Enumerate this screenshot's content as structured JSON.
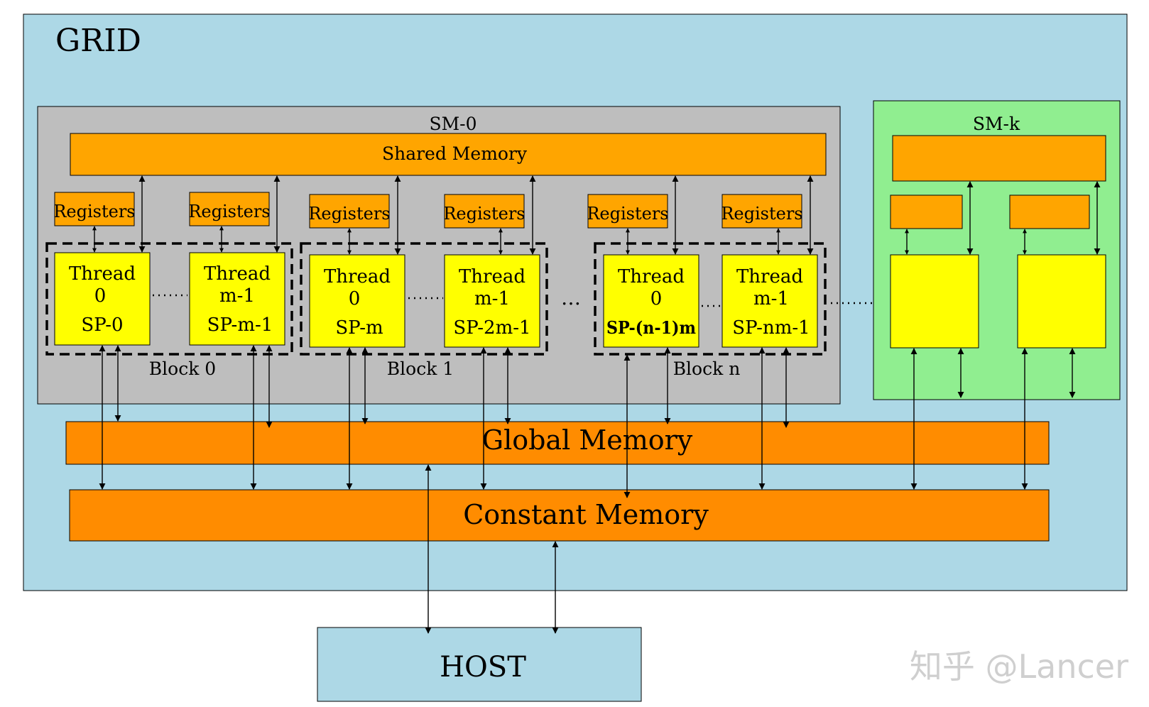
{
  "grid_label": "GRID",
  "sm0_label": "SM-0",
  "smk_label": "SM-k",
  "shared_memory_label": "Shared Memory",
  "registers_label": "Registers",
  "global_memory_label": "Global Memory",
  "constant_memory_label": "Constant Memory",
  "host_label": "HOST",
  "ellipsis": "……",
  "ellipsis_dots": "…",
  "blocks": [
    {
      "label": "Block 0"
    },
    {
      "label": "Block 1"
    },
    {
      "label": "Block n"
    }
  ],
  "threads": [
    {
      "line1": "Thread",
      "line2": "0",
      "sp": "SP-0"
    },
    {
      "line1": "Thread",
      "line2": "m-1",
      "sp": "SP-m-1"
    },
    {
      "line1": "Thread",
      "line2": "0",
      "sp": "SP-m"
    },
    {
      "line1": "Thread",
      "line2": "m-1",
      "sp": "SP-2m-1"
    },
    {
      "line1": "Thread",
      "line2": "0",
      "sp": "SP-(n-1)m"
    },
    {
      "line1": "Thread",
      "line2": "m-1",
      "sp": "SP-nm-1"
    }
  ],
  "watermark": "知乎 @Lancer",
  "colors": {
    "grid_bg": "#add8e6",
    "sm0_bg": "#bebebe",
    "smk_bg": "#90ee90",
    "shared_memory": "#ffa500",
    "registers": "#ffa500",
    "thread": "#ffff00",
    "global_memory": "#ff8c00",
    "constant_memory": "#ff8c00",
    "host_bg": "#add8e6"
  }
}
